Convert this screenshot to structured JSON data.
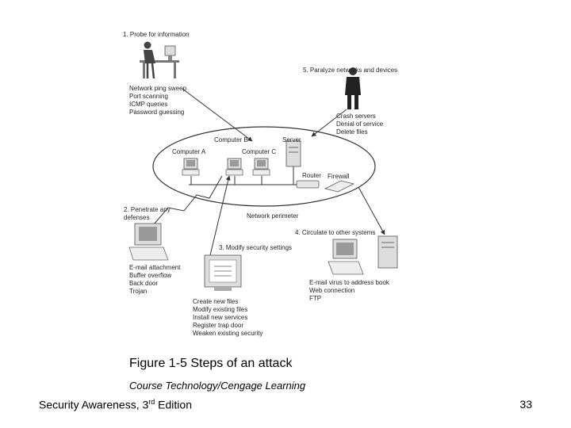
{
  "diagram": {
    "steps": {
      "probe": {
        "title": "1. Probe for information",
        "items": [
          "Network ping sweep",
          "Port scanning",
          "ICMP queries",
          "Password guessing"
        ]
      },
      "penetrate": {
        "title_lines": [
          "2. Penetrate any",
          "defenses"
        ],
        "items": [
          "E-mail attachment",
          "Buffer overflow",
          "Back door",
          "Trojan"
        ]
      },
      "modify": {
        "title": "3. Modify security settings",
        "items": [
          "Create new files",
          "Modify existing files",
          "Install new services",
          "Register trap door",
          "Weaken existing security"
        ]
      },
      "circulate": {
        "title": "4. Circulate to other systems",
        "items": [
          "E-mail virus to address book",
          "Web connection",
          "FTP"
        ]
      },
      "paralyze": {
        "title": "5. Paralyze networks and devices",
        "items": [
          "Crash servers",
          "Denial of service",
          "Delete files"
        ]
      }
    },
    "network": {
      "computer_a": "Computer A",
      "computer_b": "Computer B",
      "computer_c": "Computer C",
      "server": "Server",
      "router": "Router",
      "firewall": "Firewall",
      "perimeter": "Network perimeter"
    }
  },
  "caption": "Figure 1-5 Steps of an attack",
  "credit": "Course Technology/Cengage Learning",
  "footer": {
    "title_main": "Security Awareness, 3",
    "title_sup": "rd",
    "title_end": " Edition",
    "page_number": "33"
  }
}
